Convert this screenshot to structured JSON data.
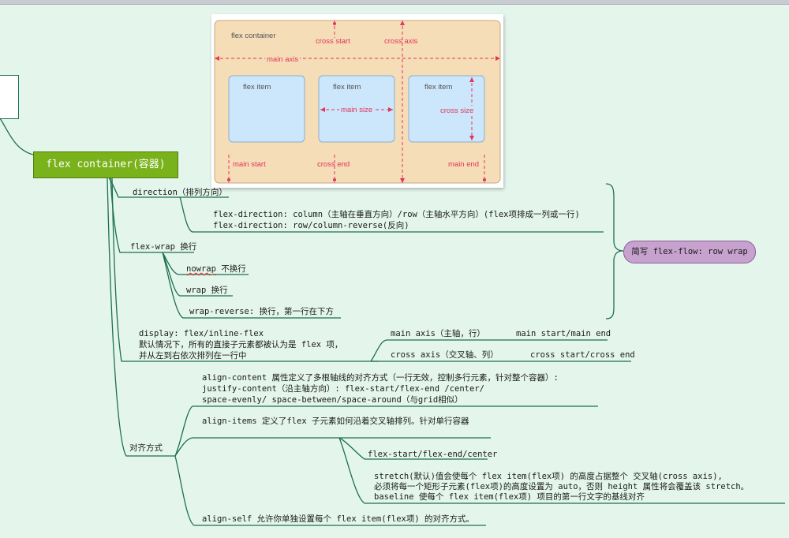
{
  "root": "flex container(容器)",
  "figure": {
    "container_label": "flex container",
    "main_axis": "main axis",
    "cross_start": "cross start",
    "cross_axis": "cross axis",
    "items": [
      "flex item",
      "flex item",
      "flex item"
    ],
    "main_size": "main size",
    "cross_size": "cross size",
    "main_start": "main start",
    "cross_end": "cross end",
    "main_end": "main end"
  },
  "direction": {
    "label": "direction（排列方向）",
    "line1": "flex-direction: column（主轴在垂直方向）/row（主轴水平方向）(flex项排成一列或一行)",
    "line2": "flex-direction: row/column-reverse(反向)"
  },
  "wrap": {
    "label": "flex-wrap 换行",
    "nowrap_code": "nowrap",
    "nowrap_text": " 不换行",
    "wrap": "wrap 换行",
    "wrap_reverse": "wrap-reverse: 换行，第一行在下方"
  },
  "summary": "简写 flex-flow: row wrap",
  "display": {
    "line1": "display: flex/inline-flex",
    "line2": "默认情况下，所有的直接子元素都被认为是 flex 项，",
    "line3": "并从左到右依次排列在一行中",
    "main_axis": "main axis（主轴，行）",
    "main_axis_detail": "main start/main end",
    "cross_axis": "cross axis（交叉轴、列）",
    "cross_axis_detail": "cross start/cross end"
  },
  "align": {
    "label": "对齐方式",
    "content1": "align-content 属性定义了多根轴线的对齐方式（一行无效，控制多行元素，针对整个容器）:",
    "content2": "justify-content（沿主轴方向）: flex-start/flex-end /center/",
    "content3": "space-evenly/ space-between/space-around（与grid相似）",
    "items": "align-items  定义了flex 子元素如何沿着交叉轴排列。针对单行容器",
    "values": "flex-start/flex-end/center",
    "stretch1": "stretch(默认)值会使每个 flex item(flex项) 的高度占据整个 交叉轴(cross axis),",
    "stretch2": "必须将每一个矩形子元素(flex项)的高度设置为 auto，否则 height 属性将会覆盖该 stretch。",
    "stretch3": "baseline 使每个 flex item(flex项)  项目的第一行文字的基线对齐",
    "self": "align-self 允许你单独设置每个 flex item(flex项) 的对齐方式。"
  },
  "colors": {
    "background": "#e4f6ec",
    "root": "#79b21a",
    "branch": "#1e6e55",
    "summary": "#c7a2cf",
    "figure_bg": "#f5ddb8",
    "item": "#cce6fb",
    "marker": "#e2355c"
  }
}
